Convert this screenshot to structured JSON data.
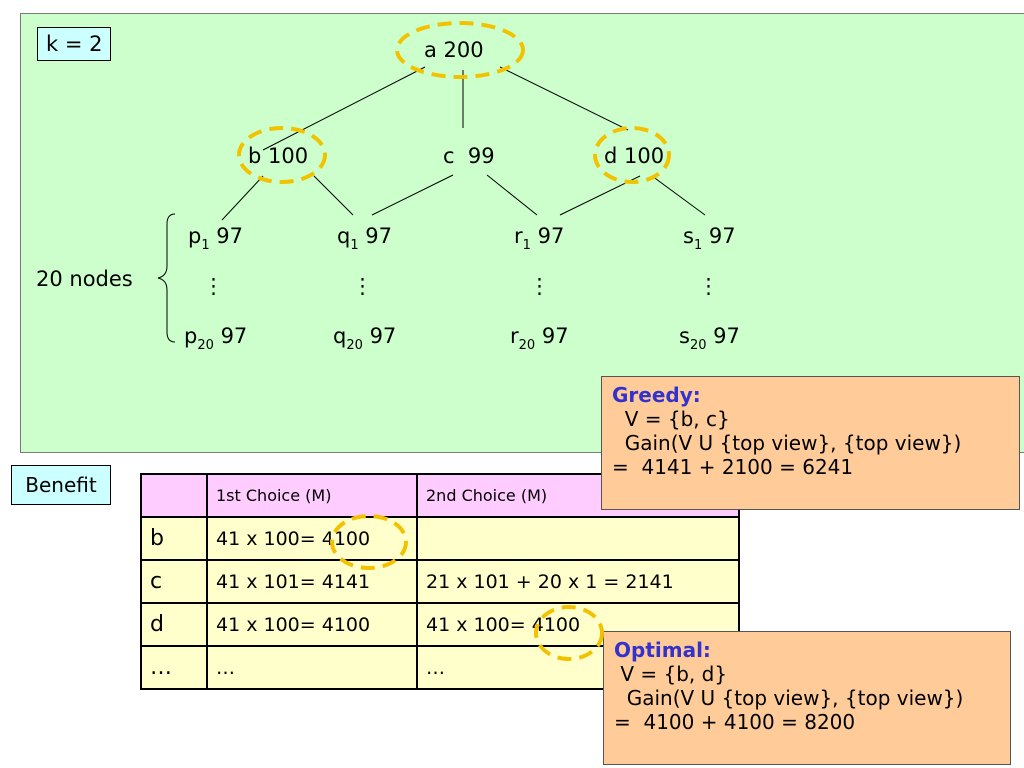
{
  "k_label": "k = 2",
  "lattice": {
    "root": "a 200",
    "level1": [
      "b 100",
      "c  99",
      "d 100"
    ],
    "children_rows": [
      [
        {
          "base": "p",
          "sub": "1",
          "val": " 97"
        },
        {
          "base": "q",
          "sub": "1",
          "val": " 97"
        },
        {
          "base": "r",
          "sub": "1",
          "val": " 97"
        },
        {
          "base": "s",
          "sub": "1",
          "val": " 97"
        }
      ],
      [
        {
          "base": "p",
          "sub": "20",
          "val": " 97"
        },
        {
          "base": "q",
          "sub": "20",
          "val": " 97"
        },
        {
          "base": "r",
          "sub": "20",
          "val": " 97"
        },
        {
          "base": "s",
          "sub": "20",
          "val": " 97"
        }
      ]
    ],
    "vdots": "⋮",
    "group_label": "20 nodes"
  },
  "benefit_label": "Benefit",
  "table": {
    "headers": [
      "",
      "1st Choice (M)",
      "2nd Choice (M)"
    ],
    "rows": [
      [
        "b",
        "41 x 100= 4100",
        ""
      ],
      [
        "c",
        "41 x 101= 4141",
        "21 x 101 + 20 x 1  = 2141"
      ],
      [
        "d",
        "41 x 100= 4100",
        "41 x 100= 4100"
      ],
      [
        "…",
        "…",
        "…"
      ]
    ]
  },
  "greedy": {
    "title": "Greedy:",
    "lines": [
      "  V = {b, c}",
      "  Gain(V U {top view}, {top view})",
      "=  4141 + 2100 = 6241"
    ]
  },
  "optimal": {
    "title": "Optimal:",
    "lines": [
      " V = {b, d}",
      "  Gain(V U {top view}, {top view})",
      "=  4100 + 4100 = 8200"
    ]
  },
  "colors": {
    "panel": "#ccffcc",
    "highlight_circle": "#f2c200",
    "callout": "#ffcc99",
    "callout_title": "#3333cc",
    "table_body": "#ffffcc",
    "table_header": "#ffccff",
    "label_box": "#ccffff"
  }
}
